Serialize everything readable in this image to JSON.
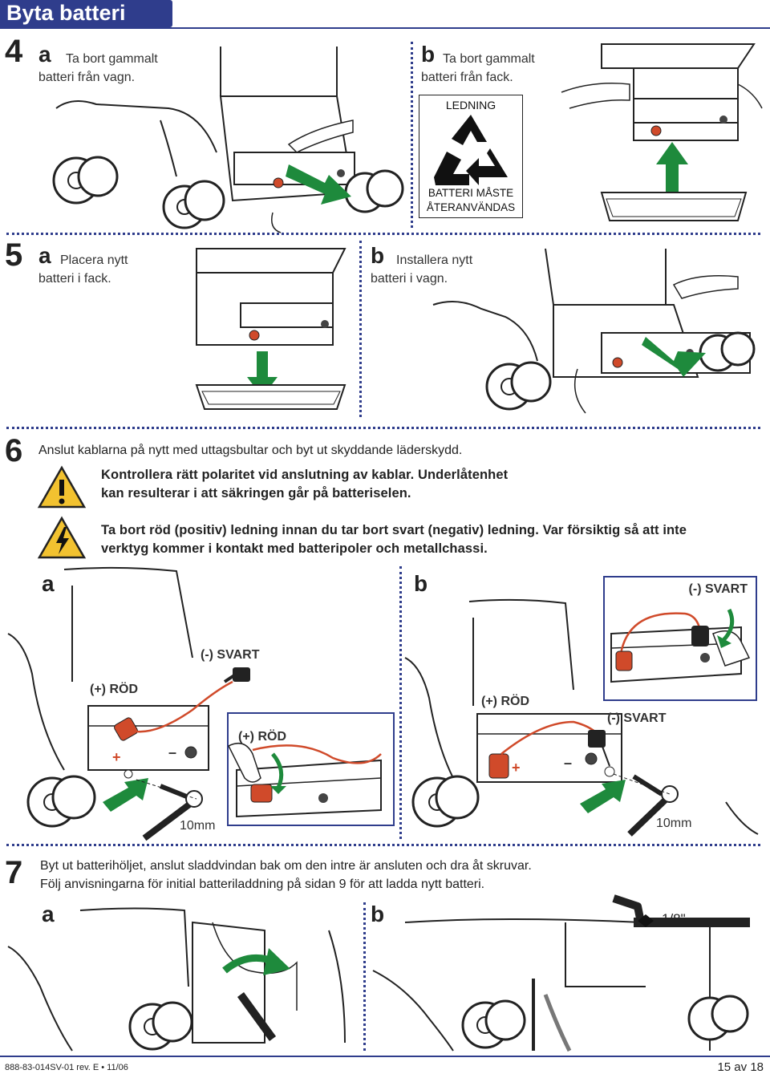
{
  "page_title": "Byta batteri",
  "step4": {
    "number": "4",
    "a": {
      "letter": "a",
      "text1": "Ta bort gammalt",
      "text2": "batteri från vagn."
    },
    "b": {
      "letter": "b",
      "text1": "Ta bort gammalt",
      "text2": "batteri från fack."
    },
    "recycle": {
      "top": "LEDNING",
      "bottom1": "BATTERI MÅSTE",
      "bottom2": "ÅTERANVÄNDAS"
    }
  },
  "step5": {
    "number": "5",
    "a": {
      "letter": "a",
      "text1": "Placera nytt",
      "text2": "batteri i fack."
    },
    "b": {
      "letter": "b",
      "text1": "Installera nytt",
      "text2": "batteri i vagn."
    }
  },
  "step6": {
    "number": "6",
    "intro": "Anslut kablarna på nytt med uttagsbultar och byt ut skyddande läderskydd.",
    "warning1_line1": "Kontrollera rätt polaritet vid anslutning av kablar. Underlåtenhet",
    "warning1_line2": "kan resulterar i att säkringen går på batteriselen.",
    "warning2_line1": "Ta bort röd (positiv) ledning innan du tar bort svart (negativ) ledning. Var försiktig så att inte",
    "warning2_line2": "verktyg kommer i kontakt med batteripoler och metallchassi.",
    "a_letter": "a",
    "b_letter": "b",
    "labels": {
      "svart_a": "(-) SVART",
      "rod_a": "(+) RÖD",
      "rod_a_inset": "(+) RÖD",
      "svart_b_inset": "(-) SVART",
      "rod_b": "(+) RÖD",
      "svart_b": "(-) SVART",
      "plus_a": "+",
      "minus_a": "–",
      "plus_b": "+",
      "minus_b": "–",
      "wrench_a": "10mm",
      "wrench_b": "10mm"
    }
  },
  "step7": {
    "number": "7",
    "line1": "Byt ut batterihöljet, anslut sladdvindan bak om den intre är ansluten och dra åt skruvar.",
    "line2": "Följ anvisningarna för initial batteriladdning på sidan 9 för att ladda nytt batteri.",
    "a_letter": "a",
    "b_letter": "b",
    "hex_size": "1/8\""
  },
  "footer": {
    "doc_id": "888-83-014SV-01 rev. E • 11/06",
    "page": "15 av 18"
  },
  "colors": {
    "brand_blue": "#2f3d8c",
    "arrow_green": "#1e8a3c",
    "cable_red": "#d04a2a",
    "warn_yellow": "#f2c230"
  }
}
